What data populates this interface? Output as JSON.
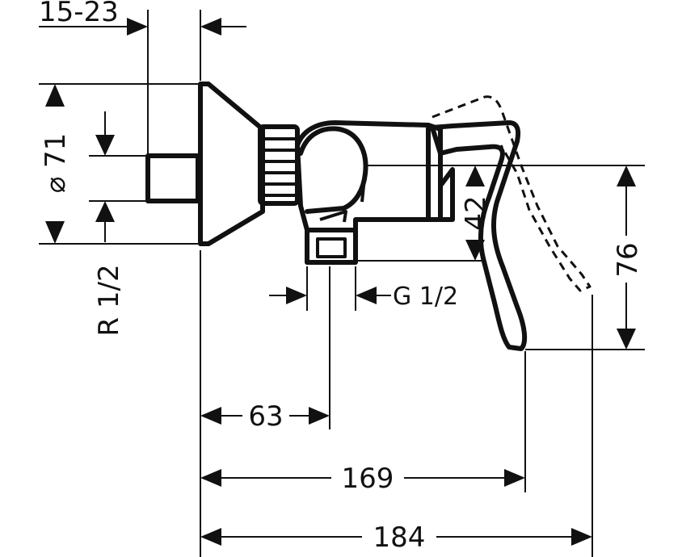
{
  "dimensions": {
    "wall_depth": "15-23",
    "flange_diameter": "⌀ 71",
    "inlet_thread": "R 1/2",
    "outlet_thread": "G 1/2",
    "handle_height_small": "42",
    "handle_height_large": "76",
    "outlet_offset": "63",
    "body_length": "169",
    "overall_length": "184"
  }
}
